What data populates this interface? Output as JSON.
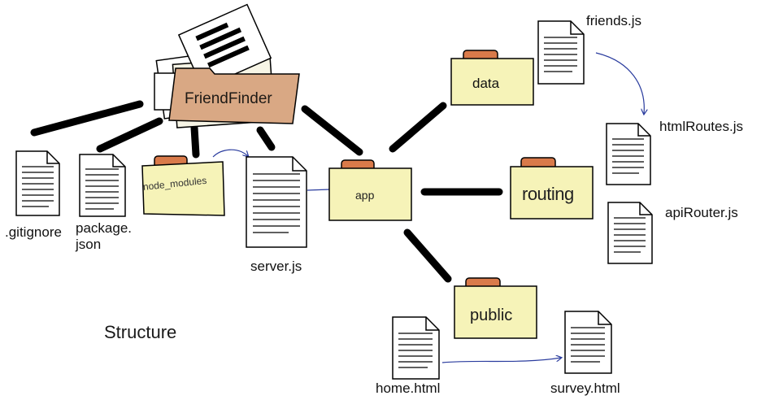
{
  "title": "Structure",
  "colors": {
    "folder_fill": "#f6f3b8",
    "folder_tab": "#d97a4a",
    "root_folder_fill": "#d9a884",
    "connector": "#000000",
    "arrow": "#2a3c9e"
  },
  "nodes": {
    "root": {
      "label": "FriendFinder",
      "icon": "folder-with-documents-icon"
    },
    "gitignore": {
      "label": ".gitignore",
      "icon": "file-icon"
    },
    "package_json": {
      "label": "package. json",
      "icon": "file-icon"
    },
    "node_modules": {
      "label": "node_modules",
      "icon": "folder-icon"
    },
    "server_js": {
      "label": "server.js",
      "icon": "file-icon"
    },
    "app": {
      "label": "app",
      "icon": "folder-icon"
    },
    "data": {
      "label": "data",
      "icon": "folder-icon"
    },
    "friends_js": {
      "label": "friends.js",
      "icon": "file-icon"
    },
    "routing": {
      "label": "routing",
      "icon": "folder-icon"
    },
    "htmlroutes_js": {
      "label": "htmlRoutes.js",
      "icon": "file-icon"
    },
    "apirouter_js": {
      "label": "apiRouter.js",
      "icon": "file-icon"
    },
    "public": {
      "label": "public",
      "icon": "folder-icon"
    },
    "home_html": {
      "label": "home.html",
      "icon": "file-icon"
    },
    "survey_html": {
      "label": "survey.html",
      "icon": "file-icon"
    }
  }
}
